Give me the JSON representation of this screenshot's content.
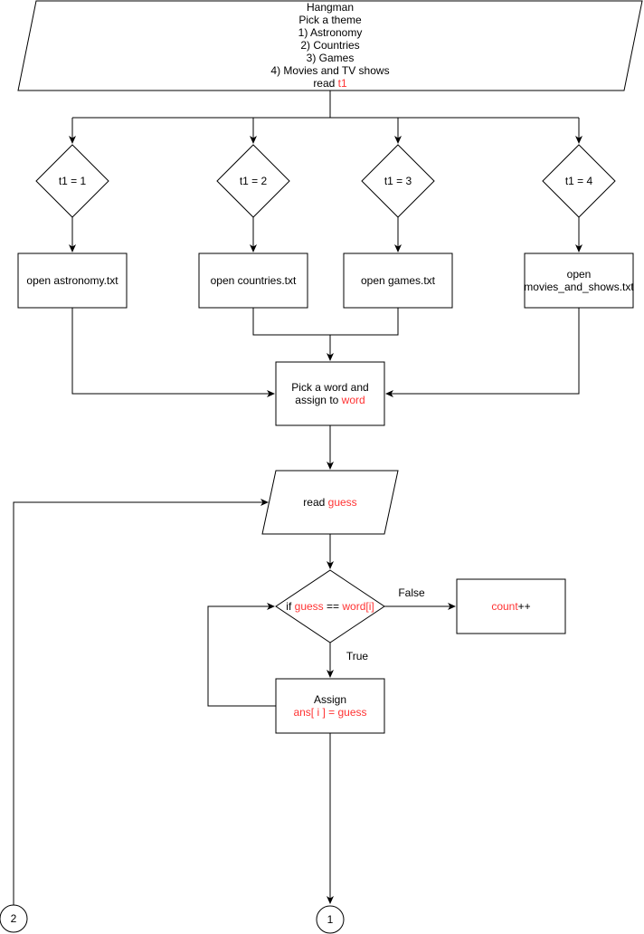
{
  "start": {
    "lines": [
      "Hangman",
      "Pick a theme",
      "1) Astronomy",
      "2) Countries",
      "3) Games",
      "4) Movies and TV shows"
    ],
    "read_prefix": "read ",
    "read_var": "t1"
  },
  "decisions": [
    "t1 = 1",
    "t1 = 2",
    "t1 = 3",
    "t1 = 4"
  ],
  "open_boxes": [
    "open astronomy.txt",
    "open countries.txt",
    "open games.txt",
    "open",
    "movies_and_shows.txt"
  ],
  "pick": {
    "line1": "Pick a word and",
    "line2_prefix": "assign to ",
    "line2_var": "word"
  },
  "read_guess": {
    "prefix": "read ",
    "var": "guess"
  },
  "condition": {
    "prefix": "if ",
    "var1": "guess",
    "op": " == ",
    "var2": "word[i]"
  },
  "false_label": "False",
  "true_label": "True",
  "count": {
    "var": "count",
    "suffix": "++"
  },
  "assign": {
    "line1": "Assign",
    "lhs": "ans[ i ]",
    "op": " = ",
    "rhs": "guess"
  },
  "connectors": [
    "2",
    "1"
  ],
  "colors": {
    "stroke": "#000000",
    "variable": "#ff3333"
  }
}
